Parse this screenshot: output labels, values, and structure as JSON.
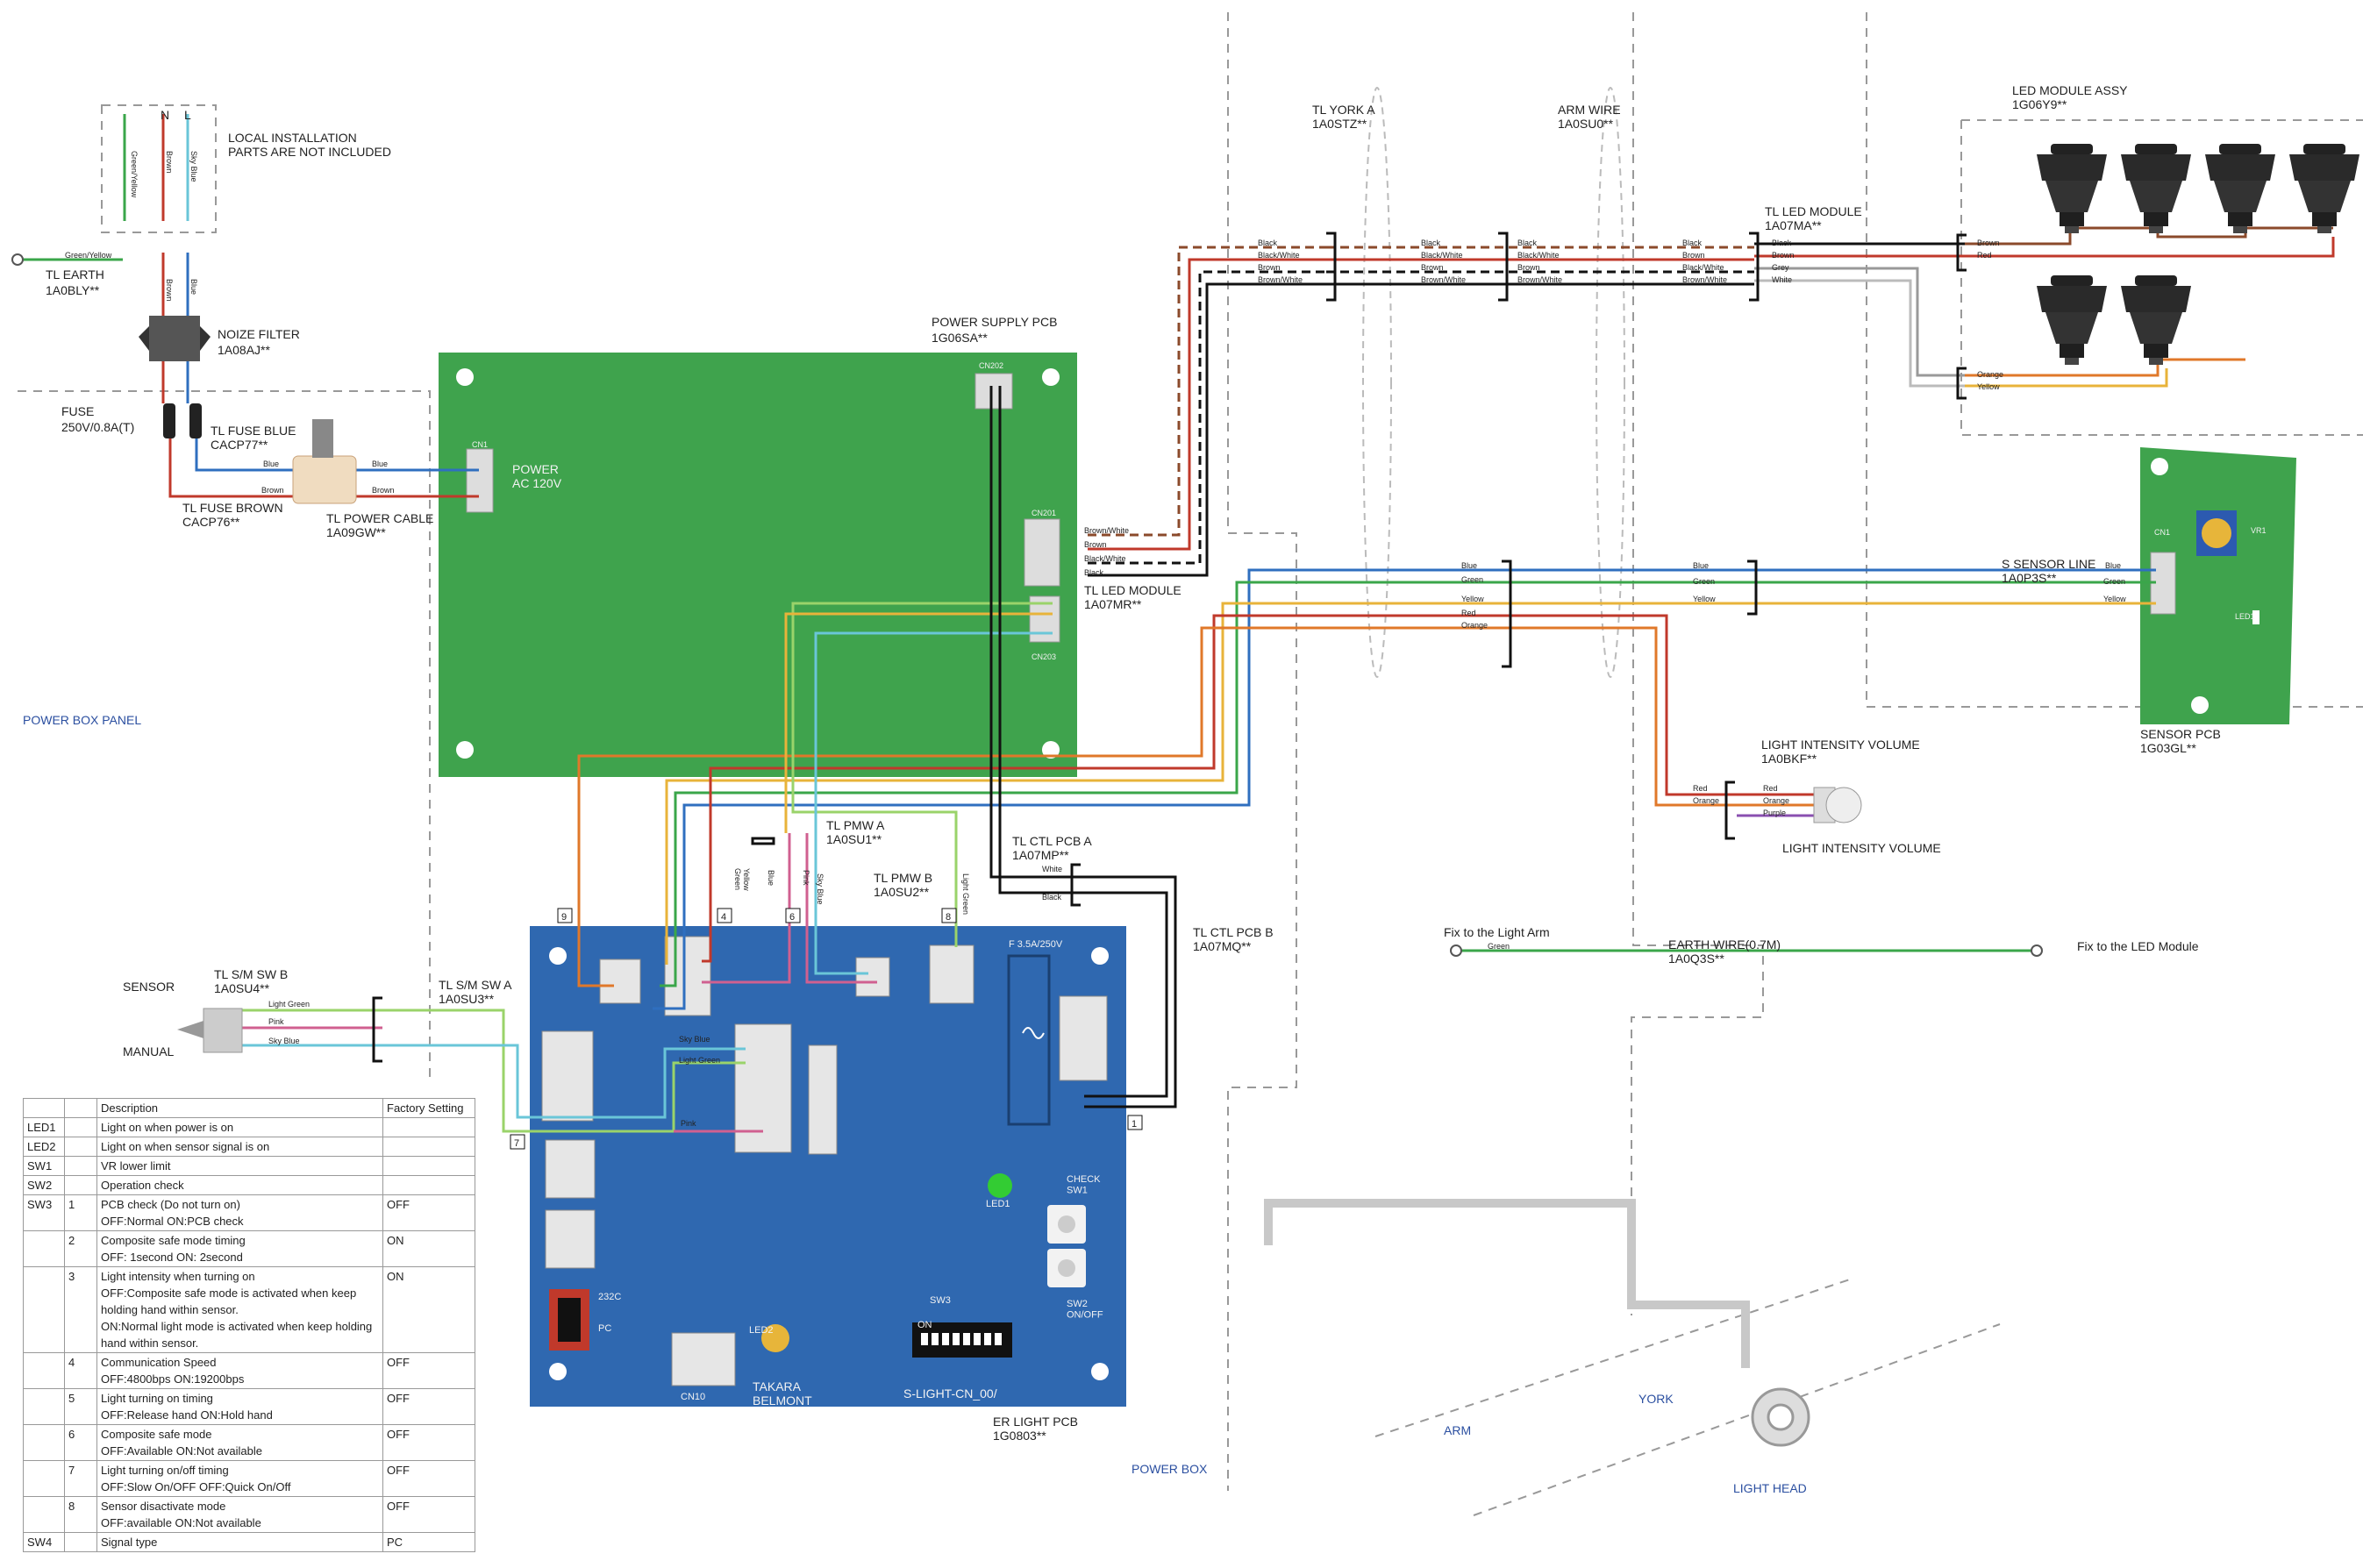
{
  "labels": {
    "n": "N",
    "l": "L",
    "local_install": "LOCAL INSTALLATION\nPARTS ARE NOT INCLUDED",
    "tl_earth": "TL EARTH",
    "tl_earth_code": "1A0BLY**",
    "noize_filter": "NOIZE FILTER",
    "noize_filter_code": "1A08AJ**",
    "fuse": "FUSE",
    "fuse_rating": "250V/0.8A(T)",
    "tl_fuse_blue": "TL FUSE BLUE",
    "tl_fuse_blue_code": "CACP77**",
    "tl_fuse_brown": "TL FUSE BROWN",
    "tl_fuse_brown_code": "CACP76**",
    "tl_power_cable": "TL POWER CABLE",
    "tl_power_cable_code": "1A09GW**",
    "power_box_panel": "POWER BOX PANEL",
    "power_supply_pcb": "POWER SUPPLY PCB",
    "power_supply_pcb_code": "1G06SA**",
    "power_ac": "POWER\nAC 120V",
    "cn1": "CN1",
    "cn202": "CN202",
    "cn201": "CN201",
    "cn203": "CN203",
    "tl_led_module_lower": "TL LED MODULE",
    "tl_led_module_lower_code": "1A07MR**",
    "tl_york_a": "TL YORK A",
    "tl_york_a_code": "1A0STZ**",
    "arm_wire": "ARM WIRE",
    "arm_wire_code": "1A0SU0**",
    "tl_led_module": "TL LED MODULE",
    "tl_led_module_code": "1A07MA**",
    "led_module_assy": "LED MODULE ASSY",
    "led_module_assy_code": "1G06Y9**",
    "s_sensor_line": "S SENSOR LINE",
    "s_sensor_line_code": "1A0P3S**",
    "sensor_pcb": "SENSOR PCB",
    "sensor_pcb_code": "1G03GL**",
    "vr1": "VR1",
    "led1": "LED1",
    "light_intensity_volume": "LIGHT INTENSITY VOLUME",
    "light_intensity_volume_code": "1A0BKF**",
    "light_intensity_volume_caption": "LIGHT INTENSITY VOLUME",
    "tl_pmw_a": "TL PMW A",
    "tl_pmw_a_code": "1A0SU1**",
    "tl_pmw_b": "TL PMW B",
    "tl_pmw_b_code": "1A0SU2**",
    "tl_ctl_pcb_a": "TL CTL PCB A",
    "tl_ctl_pcb_a_code": "1A07MP**",
    "tl_ctl_pcb_b": "TL CTL PCB B",
    "tl_ctl_pcb_b_code": "1A07MQ**",
    "sensor": "SENSOR",
    "manual": "MANUAL",
    "tl_sm_sw_b": "TL S/M SW B",
    "tl_sm_sw_b_code": "1A0SU4**",
    "tl_sm_sw_a": "TL S/M SW A",
    "tl_sm_sw_a_code": "1A0SU3**",
    "fix_light_arm": "Fix to the Light Arm",
    "fix_led_module": "Fix to the LED Module",
    "earth_wire": "EARTH WIRE(0.7M)",
    "earth_wire_code": "1A0Q3S**",
    "er_light_pcb": "ER LIGHT PCB",
    "er_light_pcb_code": "1G0803**",
    "power_box": "POWER BOX",
    "arm": "ARM",
    "york": "YORK",
    "light_head": "LIGHT HEAD",
    "pcb_fuse": "F 3.5A/250V",
    "check_sw1": "CHECK\nSW1",
    "sw2_onoff": "SW2\nON/OFF",
    "sw3": "SW3",
    "rs232c": "232C",
    "pc": "PC",
    "led1_pcb": "LED1",
    "led2_pcb": "LED2",
    "cn10": "CN10",
    "brand": "TAKARA\nBELMONT",
    "pcb_name": "S-LIGHT-CN_00/",
    "on": "ON",
    "conn_9": "9",
    "conn_4": "4",
    "conn_6": "6",
    "conn_8": "8",
    "conn_7": "7",
    "conn_1": "1"
  },
  "wires": {
    "green_yellow": "Green/Yellow",
    "brown": "Brown",
    "sky_blue": "Sky Blue",
    "blue": "Blue",
    "black": "Black",
    "black_white": "Black/White",
    "brown_white": "Brown/White",
    "red": "Red",
    "grey": "Grey",
    "white": "White",
    "orange": "Orange",
    "yellow": "Yellow",
    "green": "Green",
    "purple": "Purple",
    "pink": "Pink",
    "light_green": "Light Green"
  },
  "settings_table": {
    "headers": [
      "",
      "",
      "Description",
      "Factory Setting"
    ],
    "rows": [
      {
        "c0": "LED1",
        "c1": "",
        "c2": "Light on when power is on",
        "c3": ""
      },
      {
        "c0": "LED2",
        "c1": "",
        "c2": "Light on when sensor signal is on",
        "c3": ""
      },
      {
        "c0": "SW1",
        "c1": "",
        "c2": "VR lower limit",
        "c3": ""
      },
      {
        "c0": "SW2",
        "c1": "",
        "c2": "Operation check",
        "c3": ""
      },
      {
        "c0": "SW3",
        "c1": "1",
        "c2": "PCB check (Do not turn on)\nOFF:Normal ON:PCB check",
        "c3": "OFF"
      },
      {
        "c0": "",
        "c1": "2",
        "c2": "Composite safe mode timing\nOFF: 1second ON: 2second",
        "c3": "ON"
      },
      {
        "c0": "",
        "c1": "3",
        "c2": "Light intensity when turning on\nOFF:Composite safe mode is activated when keep holding hand within sensor.\nON:Normal light mode is  activated when keep holding hand within sensor.",
        "c3": "ON"
      },
      {
        "c0": "",
        "c1": "4",
        "c2": "Communication Speed\nOFF:4800bps ON:19200bps",
        "c3": "OFF"
      },
      {
        "c0": "",
        "c1": "5",
        "c2": "Light turning on timing\nOFF:Release hand ON:Hold hand",
        "c3": "OFF"
      },
      {
        "c0": "",
        "c1": "6",
        "c2": "Composite safe mode\nOFF:Available ON:Not available",
        "c3": "OFF"
      },
      {
        "c0": "",
        "c1": "7",
        "c2": "Light turning on/off timing\nOFF:Slow On/OFF OFF:Quick On/Off",
        "c3": "OFF"
      },
      {
        "c0": "",
        "c1": "8",
        "c2": "Sensor disactivate mode\nOFF:available ON:Not available",
        "c3": "OFF"
      },
      {
        "c0": "SW4",
        "c1": "",
        "c2": "Signal type",
        "c3": "PC"
      }
    ]
  },
  "colors": {
    "pcb_green": "#3fa34d",
    "pcb_blue": "#2f68b0",
    "wire_red": "#c0392b",
    "wire_blue": "#2f6fbf",
    "wire_green": "#3aa64a",
    "wire_yellow": "#e8b33a",
    "wire_orange": "#e0782a",
    "wire_brown": "#8b4a2b",
    "wire_lightgreen": "#9ad36a",
    "wire_skyblue": "#6ac6d8",
    "wire_pink": "#d06090",
    "wire_purple": "#8a4fb0"
  }
}
